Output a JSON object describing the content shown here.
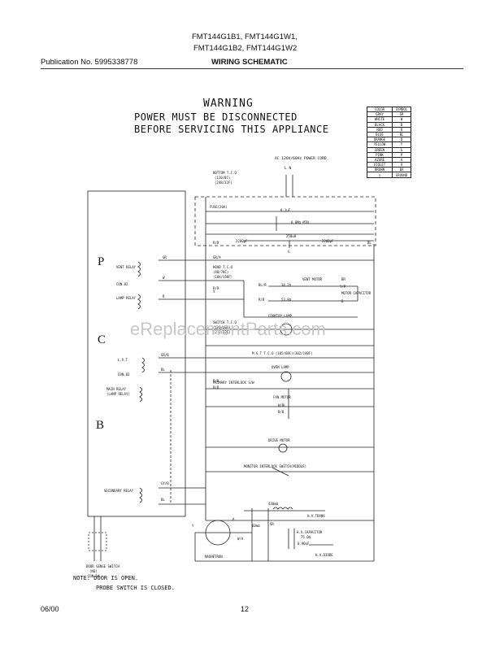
{
  "header": {
    "models_line1": "FMT144G1B1, FMT144G1W1,",
    "models_line2": "FMT144G1B2, FMT144G1W2",
    "publication": "Publication No. 5995338778",
    "section_title": "WIRING SCHEMATIC"
  },
  "warning": {
    "title": "WARNING",
    "line1": "POWER MUST BE DISCONNECTED",
    "line2": "BEFORE SERVICING THIS APPLIANCE"
  },
  "color_legend": {
    "headers": [
      "COLOR",
      "SYMBOL"
    ],
    "rows": [
      [
        "GRAY",
        "GR"
      ],
      [
        "WHITE",
        "W"
      ],
      [
        "BLACK",
        "B"
      ],
      [
        "RED",
        "R"
      ],
      [
        "BLUE",
        "BL"
      ],
      [
        "ORANGE",
        "O"
      ],
      [
        "YELLOW",
        "Y"
      ],
      [
        "GREEN",
        "G"
      ],
      [
        "PINK",
        "P"
      ],
      [
        "AZURE",
        "A"
      ],
      [
        "VIOLET",
        "V"
      ],
      [
        "BROWN",
        "BA"
      ]
    ],
    "ground_label": "GROUND"
  },
  "schematic": {
    "watermark": "eReplacementParts.com",
    "board_labels": [
      "P",
      "C",
      "B"
    ],
    "power": {
      "cord": "AC 120V/60Hz POWER CORD",
      "l_n": "L  N",
      "bottom_tco": "BOTTOM T.C.O",
      "bottom_tco_temp": "(120/0C)",
      "bottom_tco_temp2": "(248/32F)",
      "fuse": "FUSE(20A)",
      "cap1": "0.1uF",
      "res": "0.8MΩ MIN.",
      "coil": "250uH",
      "cap2": "2200pF",
      "cap3": "2200pF",
      "ground_sym": "G"
    },
    "relays": {
      "vent": "VENT RELAY",
      "con02": "CON.02",
      "lamp": "LAMP RELAY",
      "lvt": "L.V.T",
      "con03": "CON.03",
      "main": "MAIN RELAY",
      "main2": "(LAMP RELAY)",
      "secondary": "SECONDARY RELAY",
      "door_sense": "DOOR SENSE SWITCH",
      "door_sense2": "(NO)",
      "con04": "CON.04"
    },
    "components": {
      "hood_tco": "HOOD T.C.O",
      "hood_tco_t1": "(40/70C)",
      "hood_tco_t2": "(104/158F)",
      "vent_motor": "VENT MOTOR",
      "vent_ohm1": "34.2Ω",
      "vent_ohm2": "53.8Ω",
      "motor_capacitor": "MOTOR CAPACITOR",
      "cooktop_lamp": "COOKTOP LAMP",
      "switch_tco": "SWITCH T.C.O",
      "switch_tco_t1": "(100/60C)",
      "switch_tco_t2": "(212/32F)",
      "mg_tco": "M.G.T T.C.O (105/60C)(302/140F)",
      "oven_lamp": "OVEN LAMP",
      "primary_interlock": "PRIMARY INTERLOCK S/W",
      "fan_motor": "FAN MOTOR",
      "drive_motor": "DRIVE MOTOR",
      "monitor_interlock": "MONITOR INTERLOCK SWITCH(MIDDLE)",
      "hv_trans": "H.V.TRANS",
      "hv_capacitor": "H.V.CAPACITOR",
      "hv_cap_value": "0.90uF",
      "hv_diode": "H.V.DIODE",
      "magnetron": "MAGNETRON",
      "trans_ohm1": "430mΩ",
      "trans_ohm2": "60mΩ",
      "trans_ohm3": "75.0Ω"
    },
    "wire_labels": [
      "GR",
      "W",
      "R",
      "GR/A",
      "V",
      "BR",
      "R/R",
      "B",
      "Y/P",
      "GR/B",
      "BL",
      "R/B",
      "B/B",
      "W/BL",
      "B/B",
      "GY/B",
      "BL",
      "Y",
      "A",
      "GR",
      "W/A",
      "R/B",
      "BL",
      "BL/R",
      "R/B"
    ]
  },
  "notes": {
    "line1": "NOTE: DOOR IS OPEN.",
    "line2": "PROBE SWITCH IS CLOSED."
  },
  "footer": {
    "date": "06/00",
    "page": "12"
  }
}
